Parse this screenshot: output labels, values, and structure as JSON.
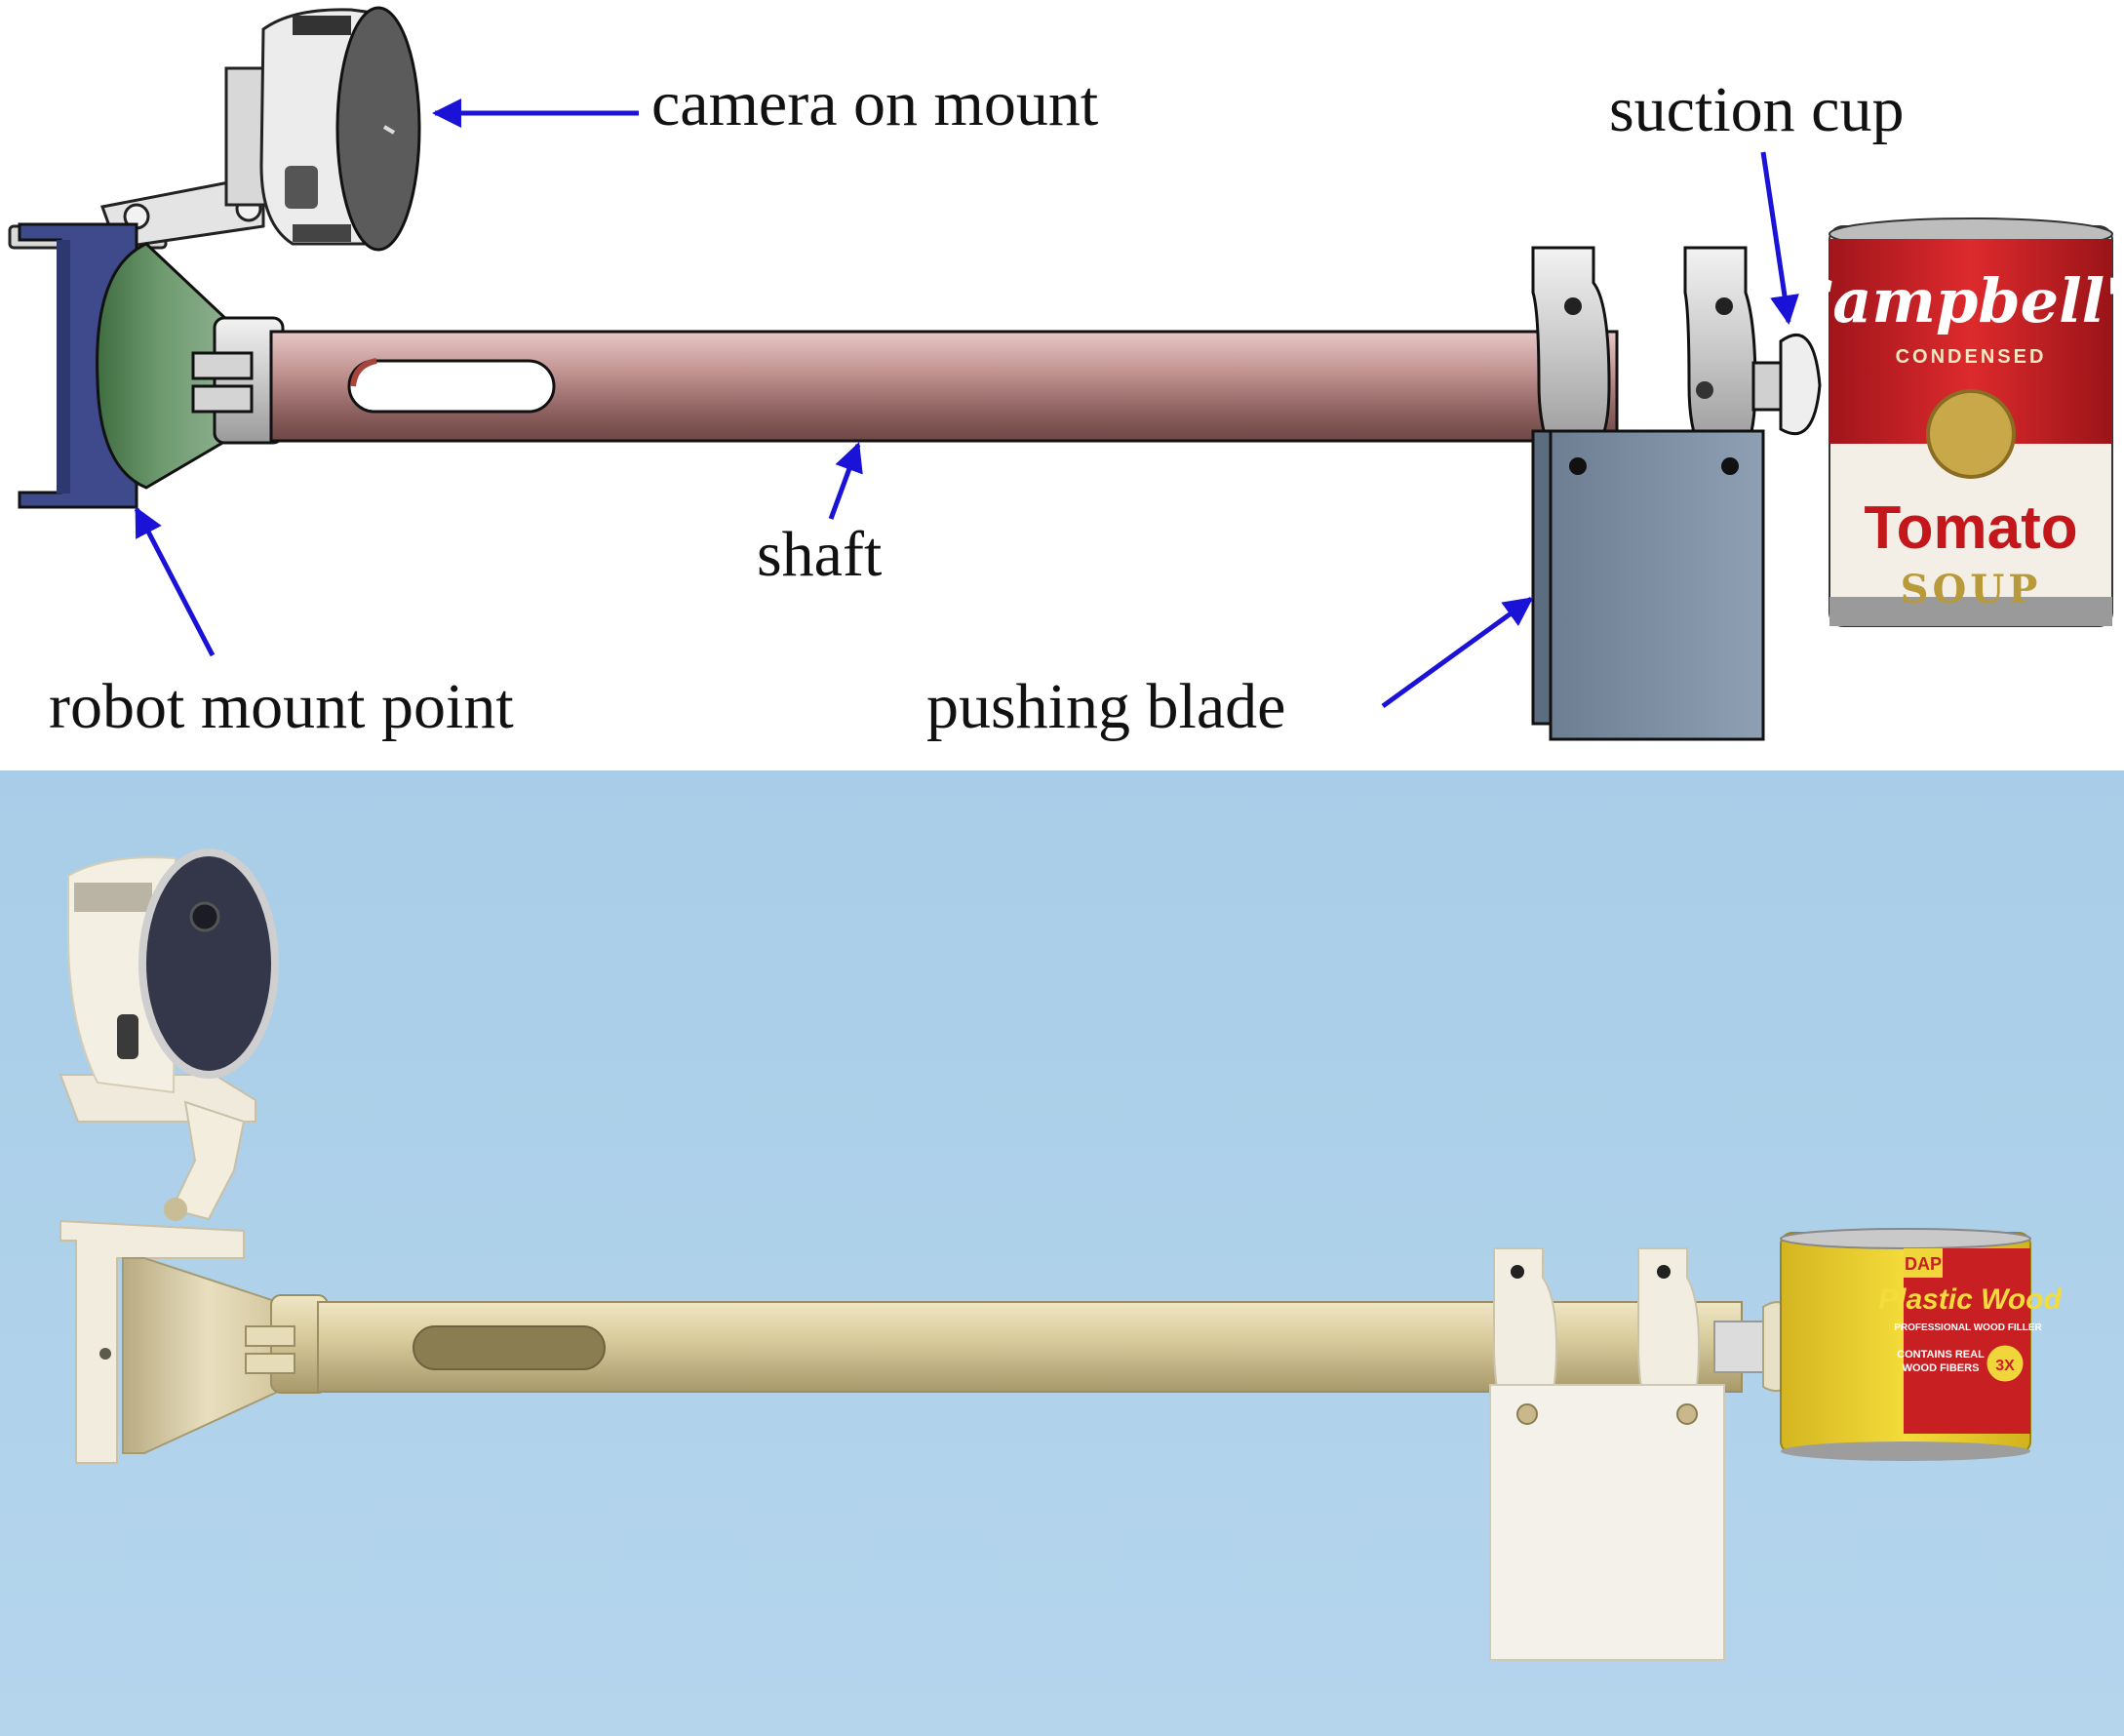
{
  "labels": {
    "camera": "camera on mount",
    "suction_cup": "suction cup",
    "shaft": "shaft",
    "robot_mount": "robot mount point",
    "pushing_blade": "pushing blade"
  },
  "can_cad": {
    "brand": "Campbell's",
    "line1": "CONDENSED",
    "line2": "Tomato",
    "line3": "SOUP"
  },
  "can_photo": {
    "badge": "DAP",
    "brand": "Plastic Wood",
    "line1": "PROFESSIONAL WOOD FILLER",
    "line2": "CONTAINS REAL",
    "line3": "WOOD FIBERS",
    "seal": "3X"
  },
  "colors": {
    "arrow": "#1a12d6",
    "shaft_cad": "#c79a98",
    "cone_cad": "#4f7d4f",
    "bracket_cad": "#3f4a8a",
    "blade_cad": "#7e8fa3",
    "photo_background": "#aacfe9",
    "brass": "#d8cda2"
  }
}
